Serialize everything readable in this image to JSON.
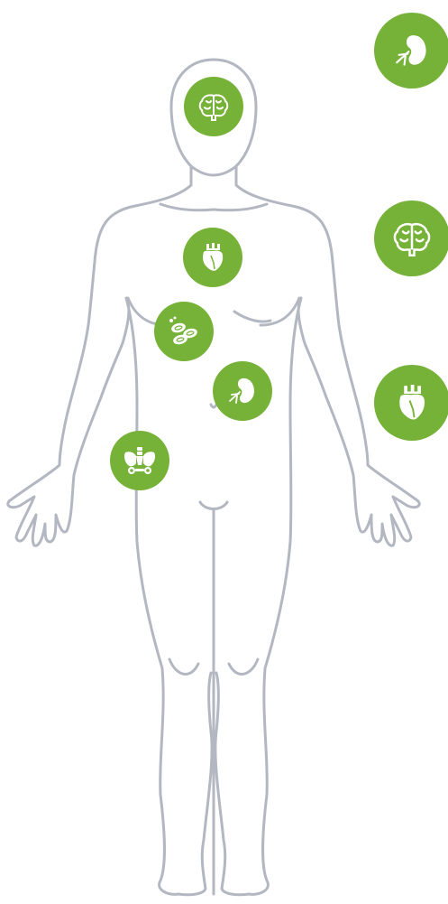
{
  "colors": {
    "accent": "#76b238",
    "outline": "#b3b7c2",
    "icon": "#ffffff",
    "background": "#ffffff"
  },
  "body_markers": [
    {
      "id": "brain",
      "icon": "brain-icon"
    },
    {
      "id": "heart",
      "icon": "heart-icon"
    },
    {
      "id": "blood",
      "icon": "blood-cells-icon"
    },
    {
      "id": "kidney",
      "icon": "kidney-icon"
    },
    {
      "id": "pelvis",
      "icon": "pelvis-icon"
    }
  ],
  "side_markers": [
    {
      "id": "kidney",
      "icon": "kidney-icon"
    },
    {
      "id": "brain",
      "icon": "brain-icon"
    },
    {
      "id": "heart",
      "icon": "heart-icon"
    }
  ]
}
